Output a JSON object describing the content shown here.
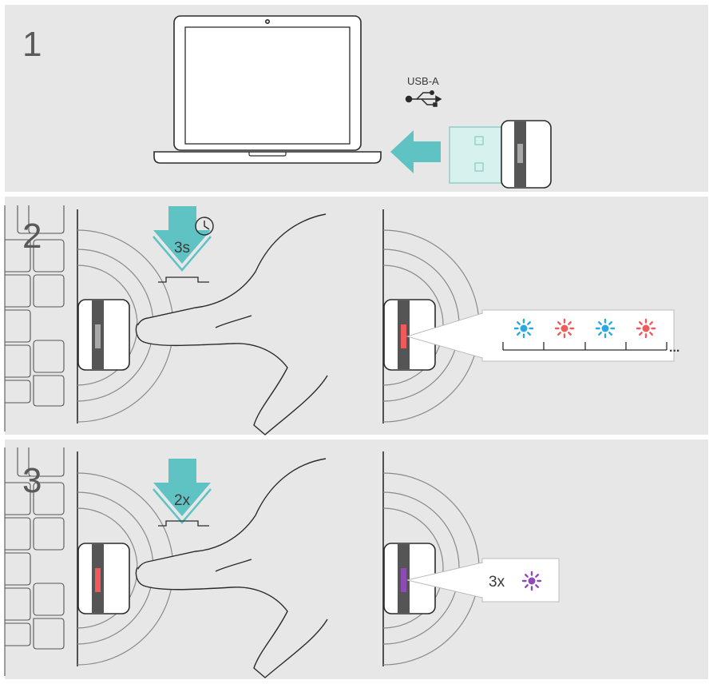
{
  "steps": [
    {
      "number": "1"
    },
    {
      "number": "2",
      "press_duration": "3s"
    },
    {
      "number": "3",
      "press_count": "2x"
    }
  ],
  "connector_label": "USB-A",
  "pairing_sequence": {
    "colors": [
      "#2aa8e0",
      "#f05a5a",
      "#2aa8e0",
      "#f05a5a"
    ],
    "ellipsis": "..."
  },
  "confirmation": {
    "label": "3x",
    "color": "#8e4bb5"
  },
  "led_colors": {
    "step1": "#a8a8a8",
    "step2_pressing": "#a8a8a8",
    "step2_pairing": "#f05a5a",
    "step3_pressing": "#f05a5a",
    "step3_connected": "#8e4bb5"
  },
  "colors": {
    "panel_bg": "#e7e7e7",
    "accent_arrow": "#5fc3c3",
    "dongle_plug": "#d7f1ee",
    "line": "#2b2b2b"
  }
}
